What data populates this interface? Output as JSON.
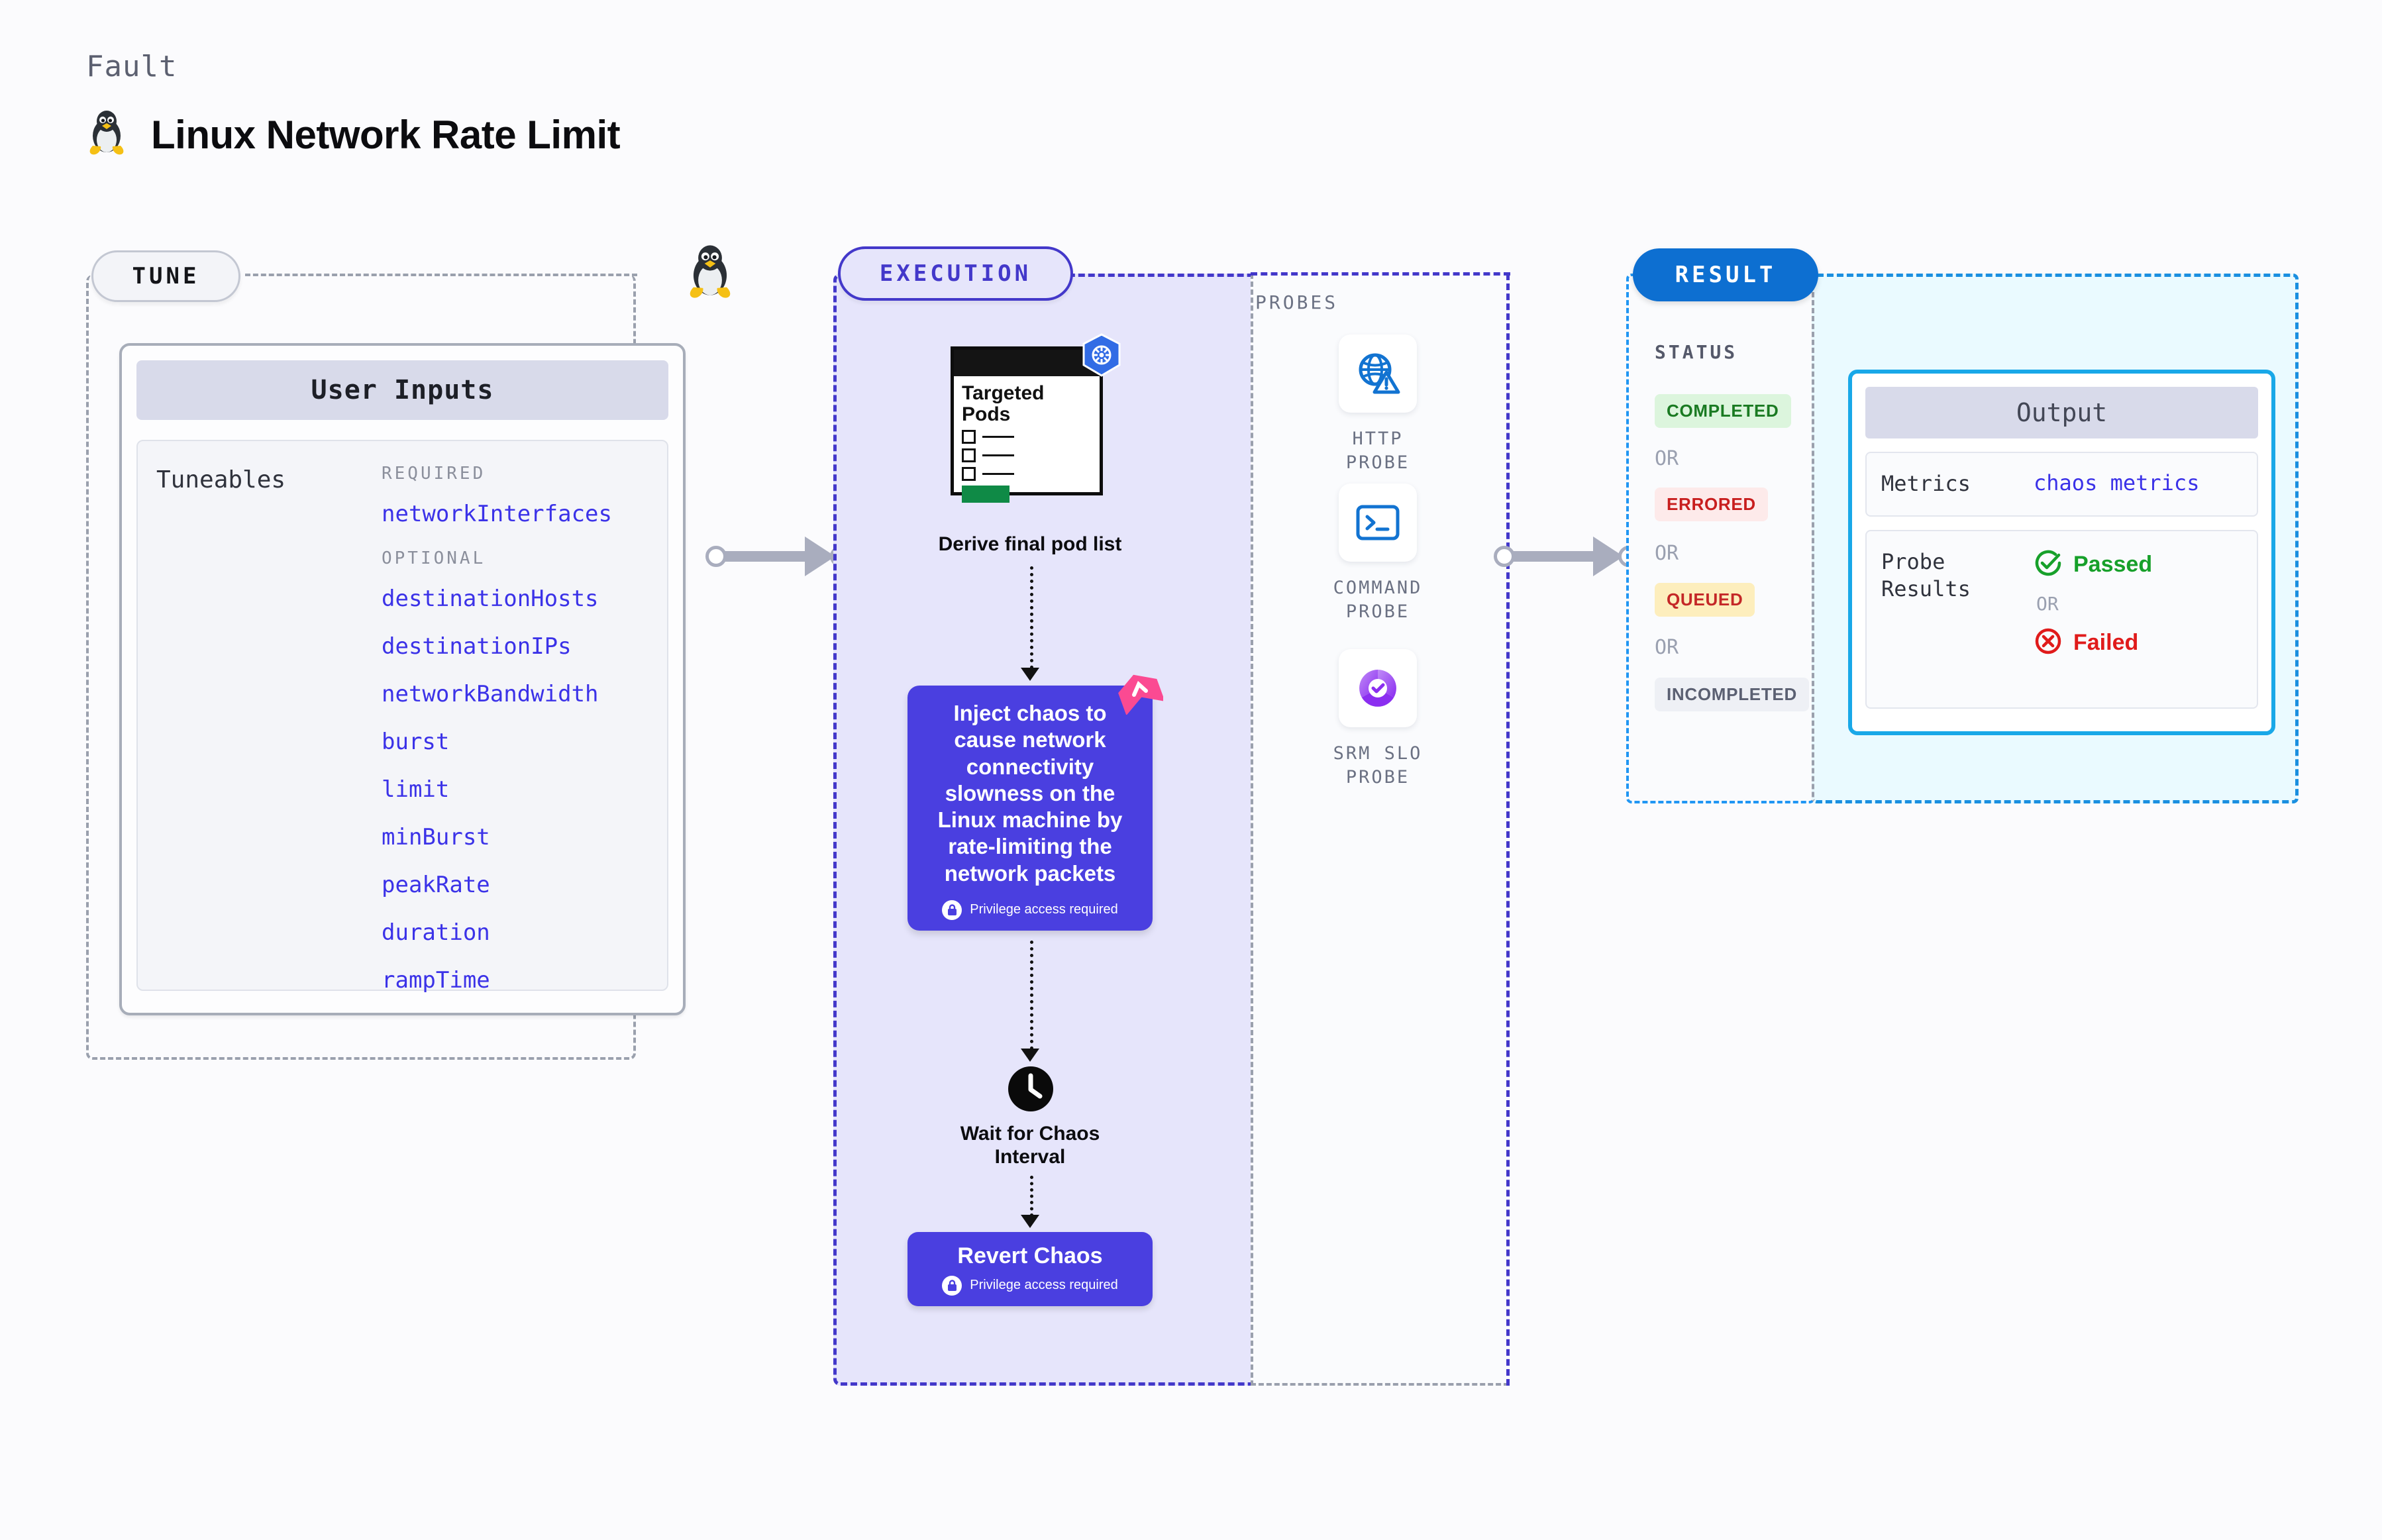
{
  "header": {
    "kicker": "Fault",
    "title": "Linux Network Rate Limit",
    "icon": "linux-penguin-icon"
  },
  "tune": {
    "pill_label": "TUNE",
    "border_icon": "linux-penguin-icon",
    "card": {
      "header": "User Inputs",
      "section_label": "Tuneables",
      "groups": [
        {
          "label": "REQUIRED",
          "items": [
            "networkInterfaces"
          ]
        },
        {
          "label": "OPTIONAL",
          "items": [
            "destinationHosts",
            "destinationIPs",
            "networkBandwidth",
            "burst",
            "limit",
            "minBurst",
            "peakRate",
            "duration",
            "rampTime"
          ]
        }
      ]
    }
  },
  "execution": {
    "pill_label": "EXECUTION",
    "pod_card": {
      "title_line1": "Targeted",
      "title_line2": "Pods",
      "badge_icon": "kubernetes-helm-icon",
      "caption": "Derive final pod list"
    },
    "chaos": {
      "text": "Inject chaos to cause network connectivity slowness on the Linux machine by rate-limiting the network packets",
      "privilege_note": "Privilege access required",
      "lock_icon": "lock-icon",
      "corner_icon": "litmuschaos-logo-icon"
    },
    "wait": {
      "icon": "clock-icon",
      "caption_line1": "Wait for Chaos",
      "caption_line2": "Interval"
    },
    "revert": {
      "title": "Revert Chaos",
      "privilege_note": "Privilege access required",
      "lock_icon": "lock-icon"
    }
  },
  "probes": {
    "label": "PROBES",
    "items": [
      {
        "name_line1": "HTTP",
        "name_line2": "PROBE",
        "icon": "globe-warning-icon"
      },
      {
        "name_line1": "COMMAND",
        "name_line2": "PROBE",
        "icon": "terminal-icon"
      },
      {
        "name_line1": "SRM SLO",
        "name_line2": "PROBE",
        "icon": "slo-donut-check-icon"
      }
    ]
  },
  "result": {
    "pill_label": "RESULT",
    "status_label": "STATUS",
    "or_label": "OR",
    "statuses": [
      {
        "label": "COMPLETED",
        "bg": "#dcf5dd",
        "color": "#1a7a22"
      },
      {
        "label": "ERRORED",
        "bg": "#fdeaea",
        "color": "#c81e1e"
      },
      {
        "label": "QUEUED",
        "bg": "#fdeebd",
        "color": "#c42727"
      },
      {
        "label": "INCOMPLETED",
        "bg": "#eef0f5",
        "color": "#5b6072"
      }
    ],
    "output": {
      "header": "Output",
      "metrics_key": "Metrics",
      "metrics_value": "chaos metrics",
      "probe_key_line1": "Probe",
      "probe_key_line2": "Results",
      "passed_label": "Passed",
      "failed_label": "Failed",
      "or_label": "OR",
      "passed_icon": "check-circle-icon",
      "failed_icon": "x-circle-icon"
    }
  },
  "colors": {
    "accent_purple": "#4338ca",
    "chaos_box": "#4a3fe0",
    "result_blue": "#0d6fd1",
    "output_border": "#19a8e8",
    "tuneable_text": "#3b32e8",
    "litmus_pink": "#fb4a92"
  }
}
